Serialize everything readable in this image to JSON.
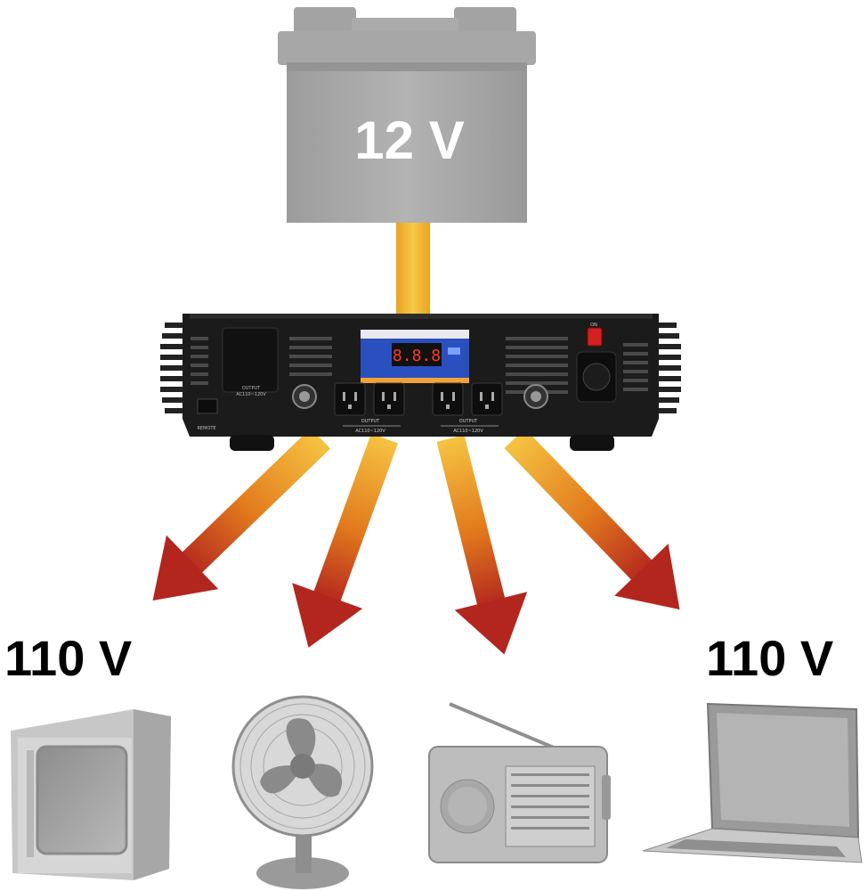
{
  "battery": {
    "label": "12 V"
  },
  "inverter": {
    "display_value": "8.8.8",
    "output_label_left": "OUTPUT",
    "output_range_left": "AC110~120V",
    "output_label_right": "OUTPUT",
    "output_range_right": "AC110~120V",
    "panel_left_top": "OUTPUT",
    "panel_left_bottom": "AC110~120V",
    "remote_label": "REMOTE",
    "power_label": "ON"
  },
  "outputs": {
    "left_label": "110 V",
    "right_label": "110 V"
  },
  "devices": [
    "crt-television",
    "desk-fan",
    "radio",
    "laptop"
  ],
  "colors": {
    "battery_gray": "#a9a9a9",
    "arrow_start": "#f6c342",
    "arrow_end": "#b3261e",
    "cable_yellow": "#f2b836",
    "inverter_body": "#1b1b1b",
    "display_blue": "#2a4fbf"
  }
}
